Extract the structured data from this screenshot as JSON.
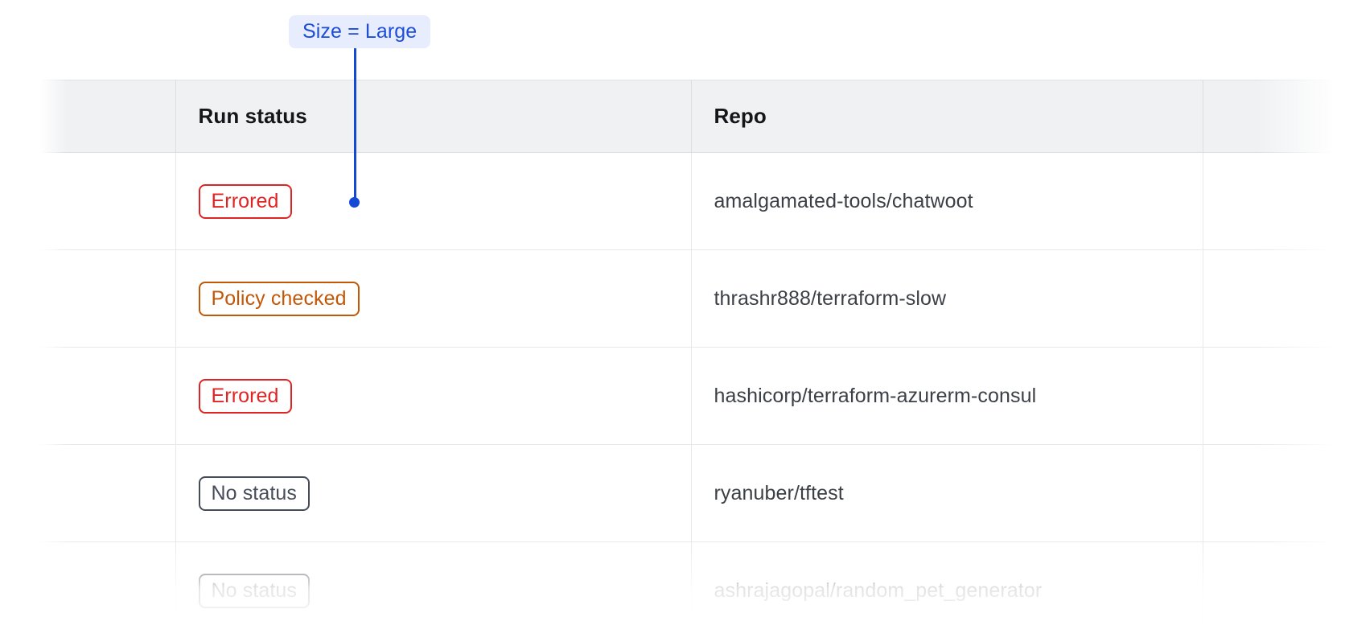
{
  "annotation": {
    "label": "Size = Large",
    "badge_bg": "#e7edfc",
    "badge_text_color": "#1c4ed8",
    "connector_color": "#1449d6"
  },
  "table": {
    "columns": [
      {
        "key": "spacer",
        "label": ""
      },
      {
        "key": "run_status",
        "label": "Run status"
      },
      {
        "key": "repo",
        "label": "Repo"
      },
      {
        "key": "tail",
        "label": ""
      }
    ],
    "rows": [
      {
        "status": "Errored",
        "status_kind": "errored",
        "repo": "amalgamated-tools/chatwoot"
      },
      {
        "status": "Policy checked",
        "status_kind": "policy",
        "repo": "thrashr888/terraform-slow"
      },
      {
        "status": "Errored",
        "status_kind": "errored",
        "repo": "hashicorp/terraform-azurerm-consul"
      },
      {
        "status": "No status",
        "status_kind": "none",
        "repo": "ryanuber/tftest"
      },
      {
        "status": "No status",
        "status_kind": "none",
        "repo": "ashrajagopal/random_pet_generator"
      }
    ],
    "colors": {
      "errored": "#e02424",
      "policy": "#c25708",
      "none": "#474c59",
      "header_bg": "#f0f1f3",
      "header_text": "#14161a",
      "body_text": "#3b3f46",
      "border": "#e7e8ea"
    }
  }
}
